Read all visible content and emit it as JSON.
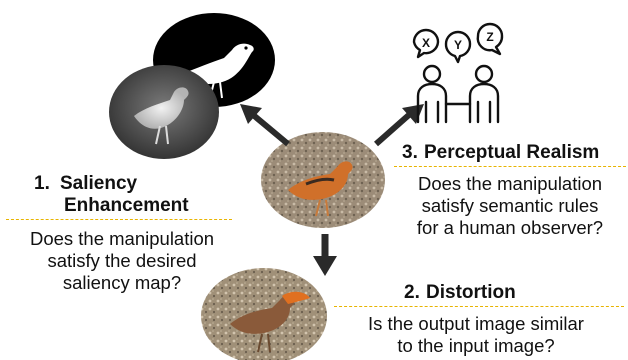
{
  "sections": {
    "saliency": {
      "number": "1.",
      "title_line1": "Saliency",
      "title_line2": "Enhancement",
      "question_line1": "Does the manipulation",
      "question_line2": "satisfy the desired",
      "question_line3": "saliency map?"
    },
    "distortion": {
      "number": "2.",
      "title": "Distortion",
      "question_line1": "Is the output image similar",
      "question_line2": "to the input image?"
    },
    "realism": {
      "number": "3.",
      "title": "Perceptual Realism",
      "question_line1": "Does the manipulation",
      "question_line2": "satisfy semantic rules",
      "question_line3": "for a human observer?"
    }
  },
  "speech_bubbles": [
    "X",
    "Y",
    "Z"
  ],
  "colors": {
    "dashed_line": "#e8b400",
    "arrow": "#2a2a2a",
    "mask_black": "#000000",
    "gravel": "#9c8c78",
    "bird_orange": "#d0702a"
  }
}
